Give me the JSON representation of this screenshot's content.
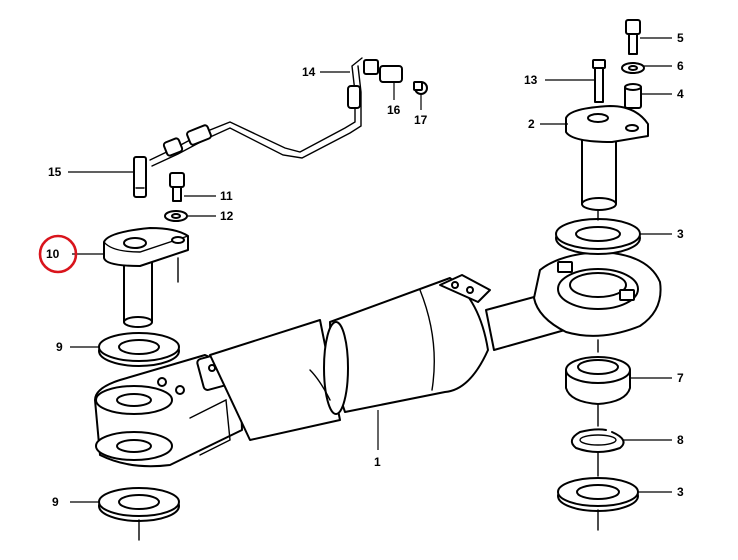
{
  "diagram": {
    "callouts": [
      "1",
      "2",
      "3",
      "3",
      "4",
      "5",
      "6",
      "7",
      "8",
      "9",
      "9",
      "10",
      "11",
      "12",
      "13",
      "14",
      "15",
      "16",
      "17"
    ],
    "highlighted_callout": "10",
    "highlight_color": "#d9141c",
    "line_color": "#000000",
    "background": "#ffffff"
  }
}
